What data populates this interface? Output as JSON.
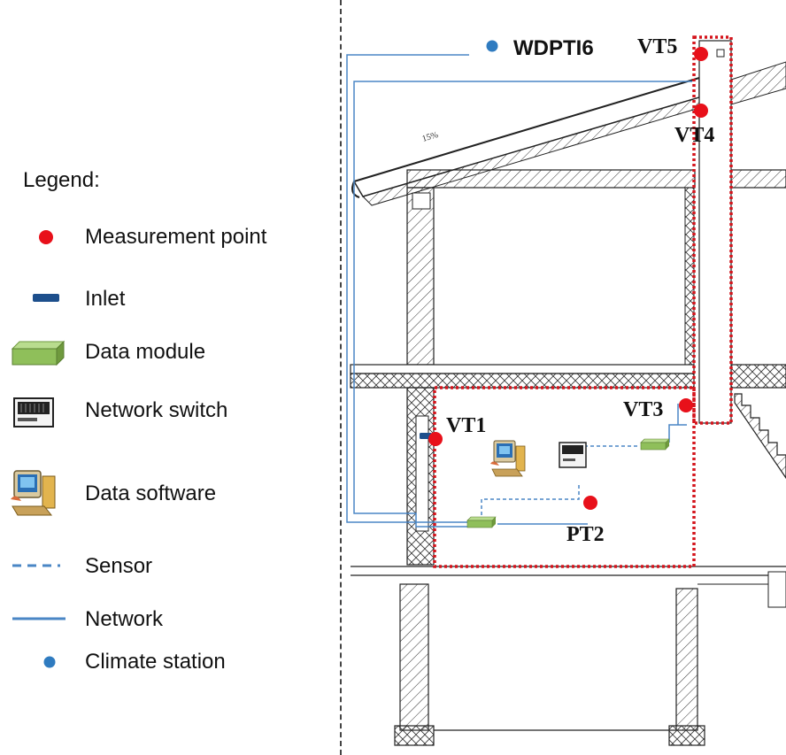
{
  "legend": {
    "title": "Legend:",
    "items": [
      {
        "key": "measurement",
        "label": "Measurement point"
      },
      {
        "key": "inlet",
        "label": "Inlet"
      },
      {
        "key": "data-module",
        "label": "Data module"
      },
      {
        "key": "network-switch",
        "label": "Network switch"
      },
      {
        "key": "data-software",
        "label": "Data software"
      },
      {
        "key": "sensor",
        "label": "Sensor"
      },
      {
        "key": "network",
        "label": "Network"
      },
      {
        "key": "climate-station",
        "label": "Climate station"
      }
    ]
  },
  "points": {
    "climate_station": "WDPTI6",
    "vt1": "VT1",
    "vt3": "VT3",
    "vt4": "VT4",
    "vt5": "VT5",
    "pt2": "PT2"
  },
  "drawing": {
    "roof_slope": "15%"
  },
  "colors": {
    "measurement_point": "#e8101a",
    "inlet": "#1d4f8c",
    "data_module": "#8fbf5a",
    "network_line": "#4a86c5",
    "zone_outline": "#d4141c",
    "climate_station": "#2f7bc0"
  }
}
